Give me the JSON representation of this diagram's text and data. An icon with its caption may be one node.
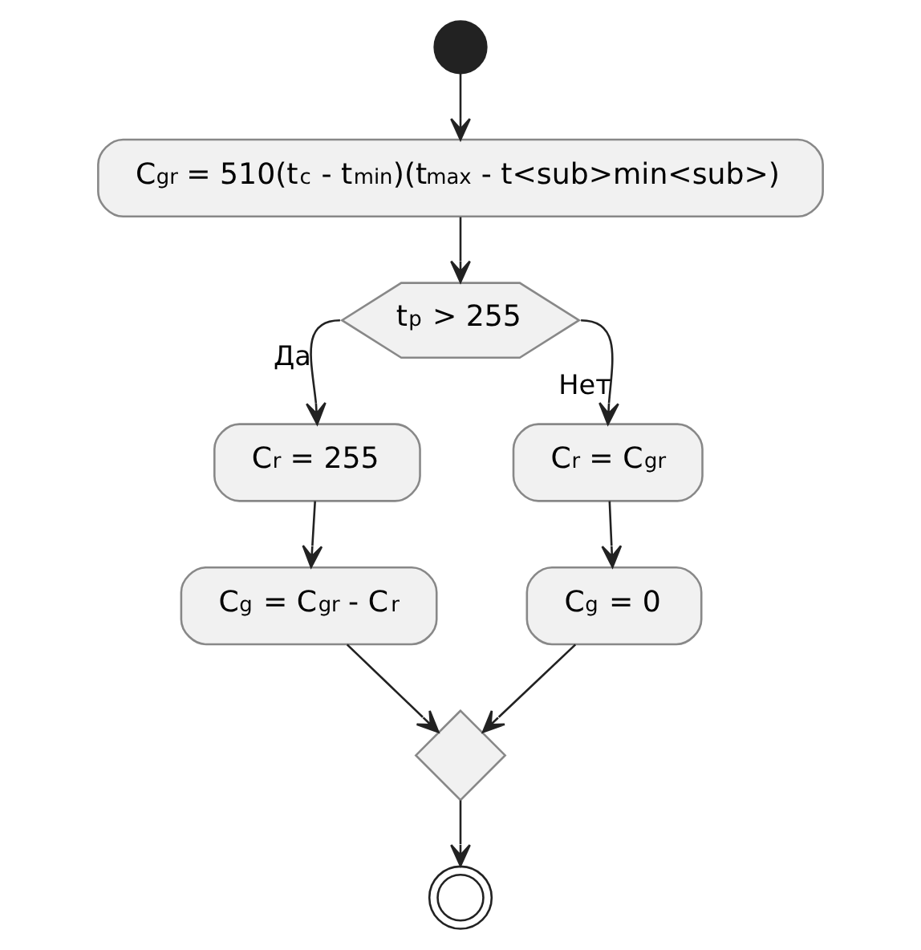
{
  "diagram": {
    "nodes": [
      {
        "text": [],
        "shape": "circle"
      },
      {
        "text": [
          "C$_{gr}$ = 510(t$_{c}$ - t$_{min}$)(t$_{max}$ - t<sub>min<sub>)"
        ]
      },
      {
        "text": [
          "t$_{p}$ > 255"
        ]
      },
      {
        "text": [
          "C$_{r}$ = 255"
        ]
      },
      {
        "text": [
          "C$_{r}$ = C$_{gr}$"
        ]
      },
      {
        "text": [
          "C$_{g}$ = C$_{gr}$ - C$_{r}$"
        ]
      },
      {
        "text": [
          "C$_{g}$ = 0"
        ]
      },
      {
        "text": [],
        "shape": "diamond"
      },
      {
        "text": [],
        "shape": "circle"
      }
    ],
    "edges": [
      {
        "from": 0,
        "to": 1,
        "arrow": "to"
      },
      {
        "from": 1,
        "to": 2,
        "arrow": "to"
      },
      {
        "from": 2,
        "to": 3,
        "arrow": "to",
        "label": "Да"
      },
      {
        "from": 2,
        "to": 4,
        "arrow": "to",
        "label": "Нет"
      },
      {
        "from": 3,
        "to": 5,
        "arrow": "to"
      },
      {
        "from": 4,
        "to": 6,
        "arrow": "to"
      },
      {
        "from": 5,
        "to": 7,
        "arrow": "to"
      },
      {
        "from": 6,
        "to": 7,
        "arrow": "to"
      },
      {
        "from": 7,
        "to": 8,
        "arrow": "to"
      }
    ]
  }
}
